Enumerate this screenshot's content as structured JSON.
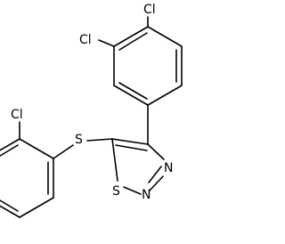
{
  "structure": {
    "atoms": {
      "cl_top": "Cl",
      "cl_meta": "Cl",
      "cl_ortho": "Cl",
      "s_thioether": "S",
      "s_ring": "S",
      "n_upper": "N",
      "n_lower": "N"
    },
    "colors": {
      "bond": "#000000",
      "label": "#000000",
      "background": "#ffffff"
    }
  }
}
